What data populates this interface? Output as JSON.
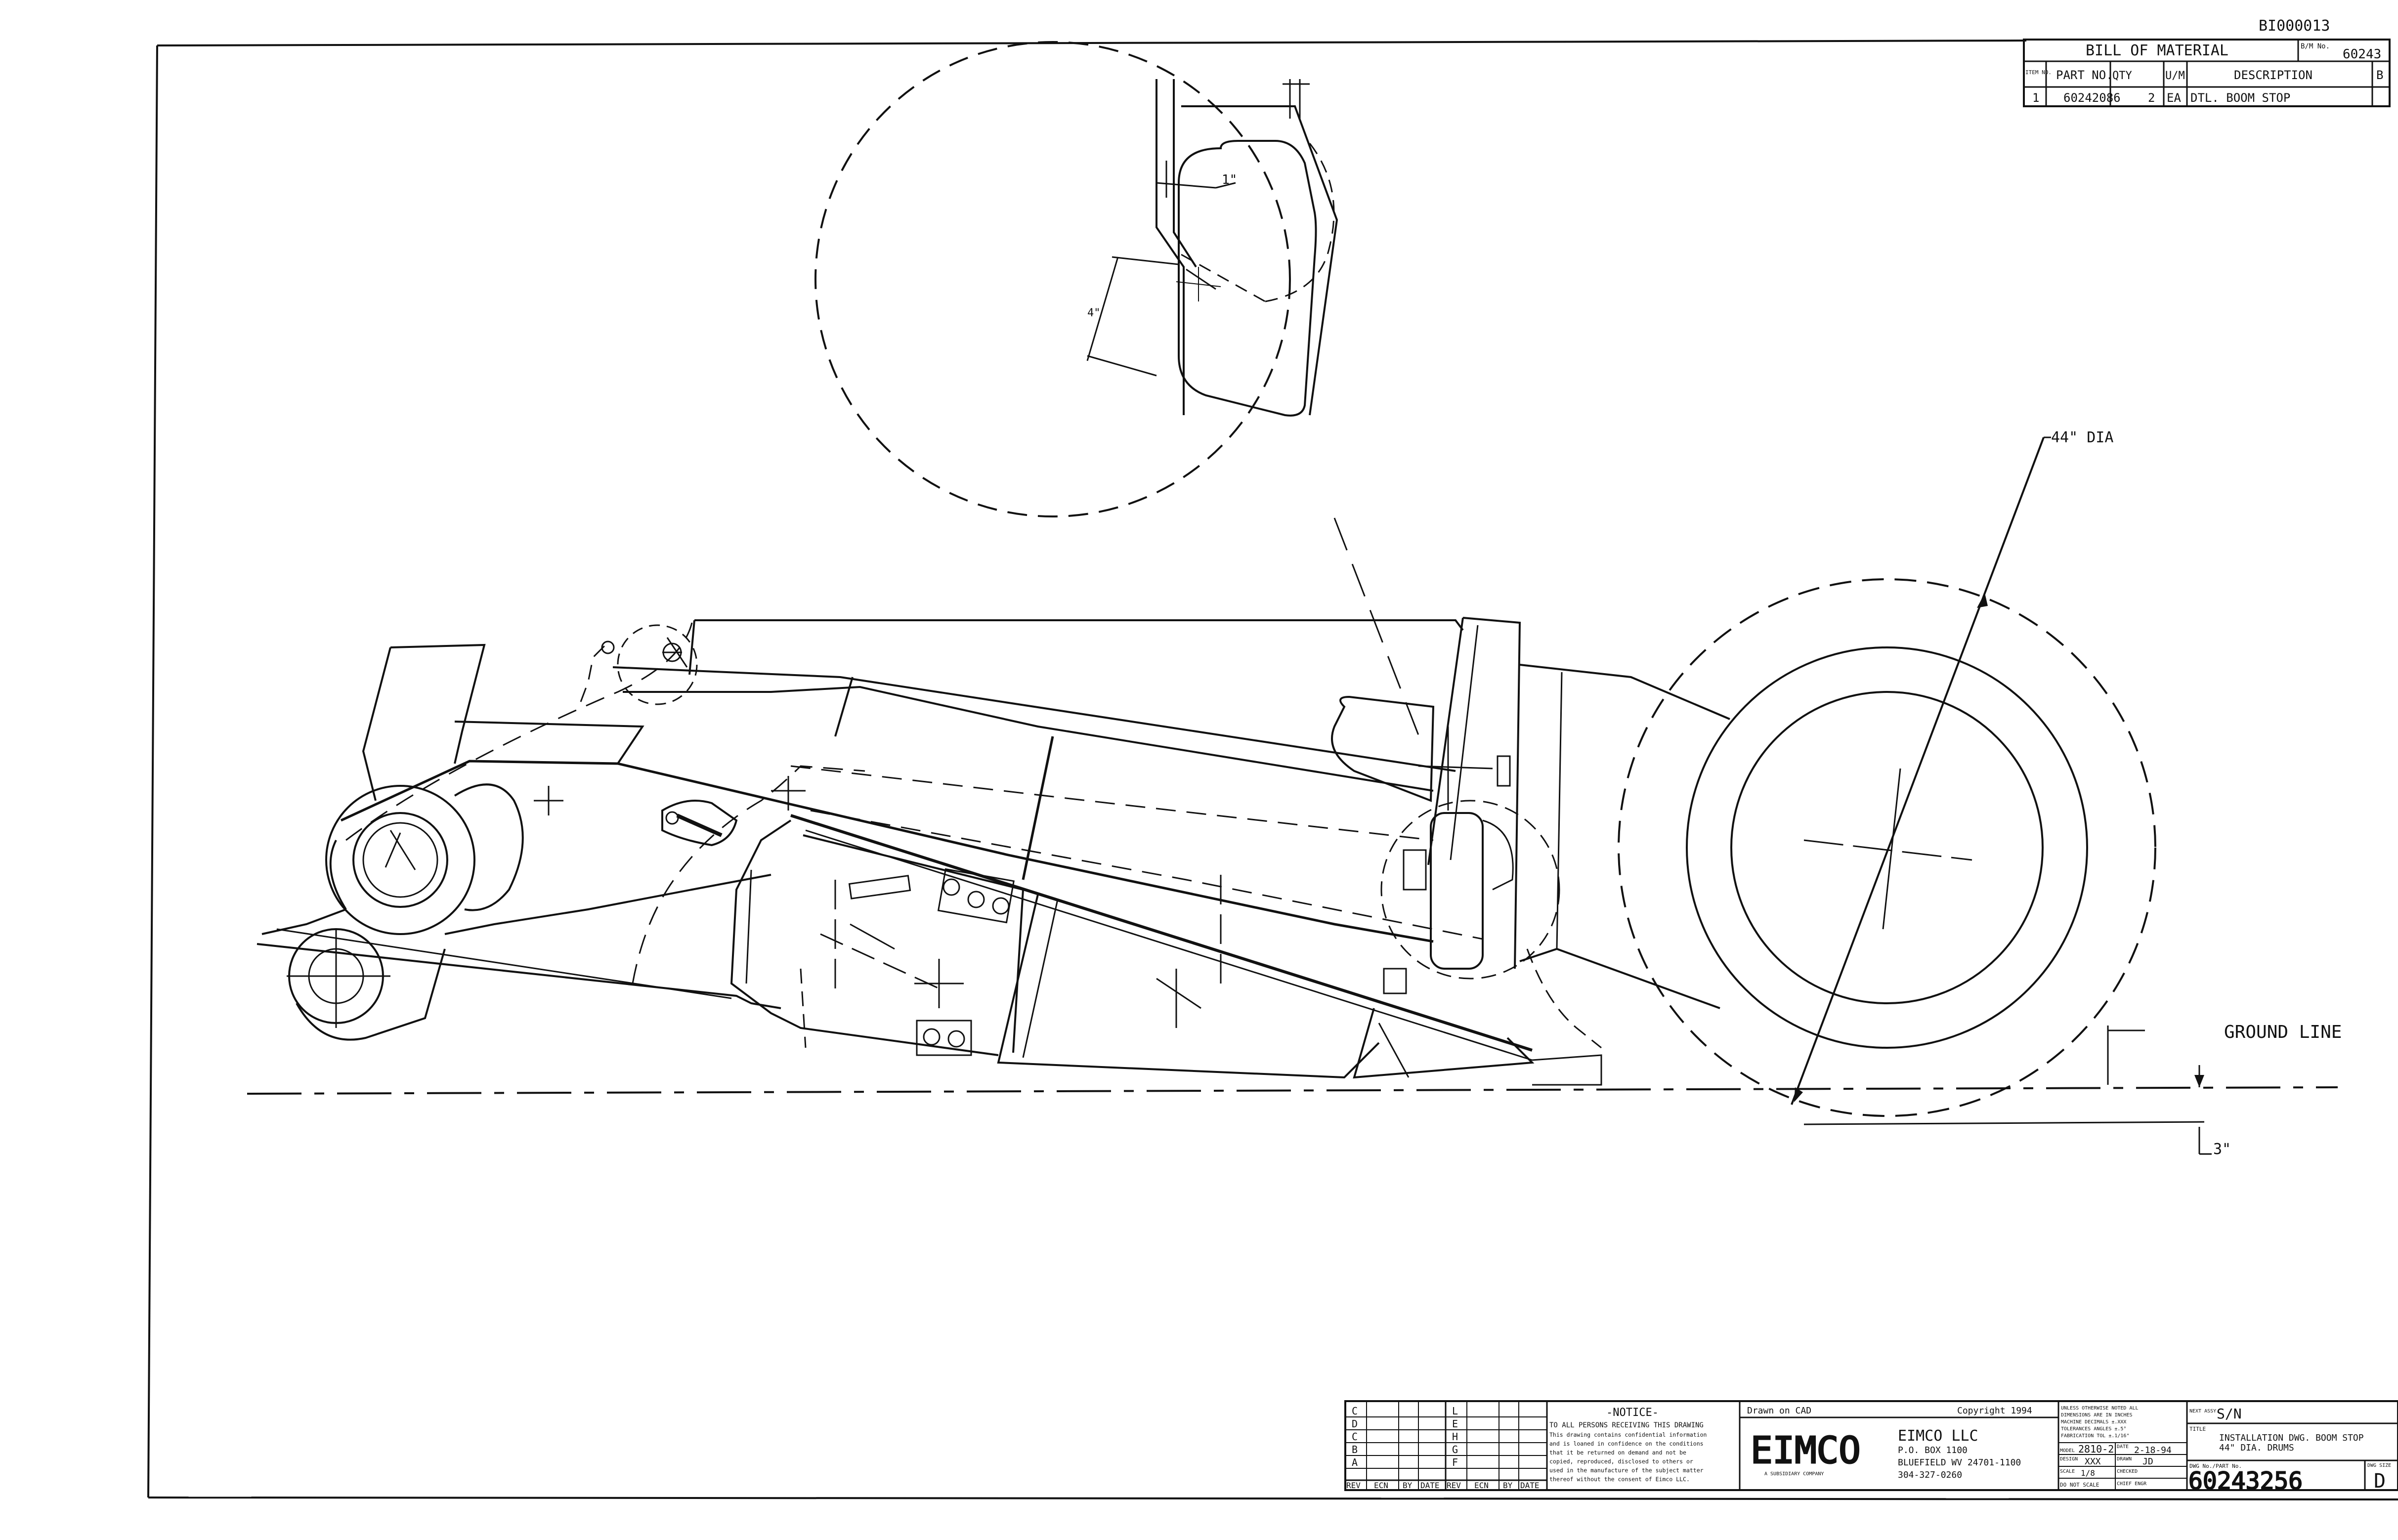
{
  "drawing_id": "BI000013",
  "bom": {
    "title": "BILL OF MATERIAL",
    "bm_no_label": "B/M No.",
    "bm_no": "60243",
    "headers": {
      "item": "ITEM NO.",
      "part": "PART NO.",
      "qty": "QTY",
      "um": "U/M",
      "desc": "DESCRIPTION",
      "extra": "B"
    },
    "rows": [
      {
        "item": "1",
        "part": "60242086",
        "qty": "2",
        "um": "EA",
        "desc": "DTL. BOOM STOP"
      }
    ]
  },
  "annotations": {
    "drum_dia": "44\" DIA",
    "ground_line": "GROUND LINE",
    "ground_offset": "3\"",
    "detail_dim_1": "1\"",
    "detail_dim_2": "4\""
  },
  "title_block": {
    "rev_letters_left": [
      "C",
      "D",
      "C",
      "B",
      "A"
    ],
    "rev_letters_right": [
      "L",
      "E",
      "H",
      "G",
      "F"
    ],
    "rev_cols": [
      "REV",
      "ECN",
      "BY",
      "DATE",
      "REV",
      "ECN",
      "BY",
      "DATE"
    ],
    "notice_title": "-NOTICE-",
    "notice_heading": "TO ALL PERSONS RECEIVING THIS DRAWING",
    "notice_lines": [
      "This drawing contains confidential information",
      "and is loaned in confidence on the conditions",
      "that it be returned on demand and not be",
      "copied, reproduced, disclosed to others or",
      "used in the manufacture of the subject matter",
      "thereof without the consent of Eimco LLC."
    ],
    "drawn_on": "Drawn on CAD",
    "copyright": "Copyright 1994",
    "logo": "EIMCO",
    "logo_sub": "A SUBSIDIARY COMPANY",
    "company": "EIMCO LLC",
    "address": [
      "P.O. BOX 1100",
      "BLUEFIELD WV 24701-1100",
      "304-327-0260"
    ],
    "tolerance_note": [
      "UNLESS OTHERWISE NOTED ALL",
      "DIMENSIONS ARE IN INCHES",
      "MACHINE DECIMALS ±.XXX",
      "TOLERANCES ANGLES ±.5°",
      "FABRICATION TOL ±.1/16\""
    ],
    "model_label": "MODEL",
    "model": "2810-2",
    "date_label": "DATE",
    "date": "2-18-94",
    "design_label": "DESIGN",
    "design": "XXX",
    "drawn_label": "DRAWN",
    "drawn": "JD",
    "scale_label": "SCALE",
    "scale": "1/8",
    "checked_label": "CHECKED",
    "do_not_scale": "DO NOT SCALE",
    "chief_label": "CHIEF ENGR",
    "next_assy_label": "NEXT ASSY.",
    "next_assy": "S/N",
    "title_label": "TITLE",
    "title_lines": [
      "INSTALLATION DWG.  BOOM STOP",
      "44\" DIA. DRUMS"
    ],
    "dwg_no_label": "DWG No./PART No.",
    "dwg_no": "60243256",
    "size_label": "DWG SIZE",
    "size": "D"
  }
}
